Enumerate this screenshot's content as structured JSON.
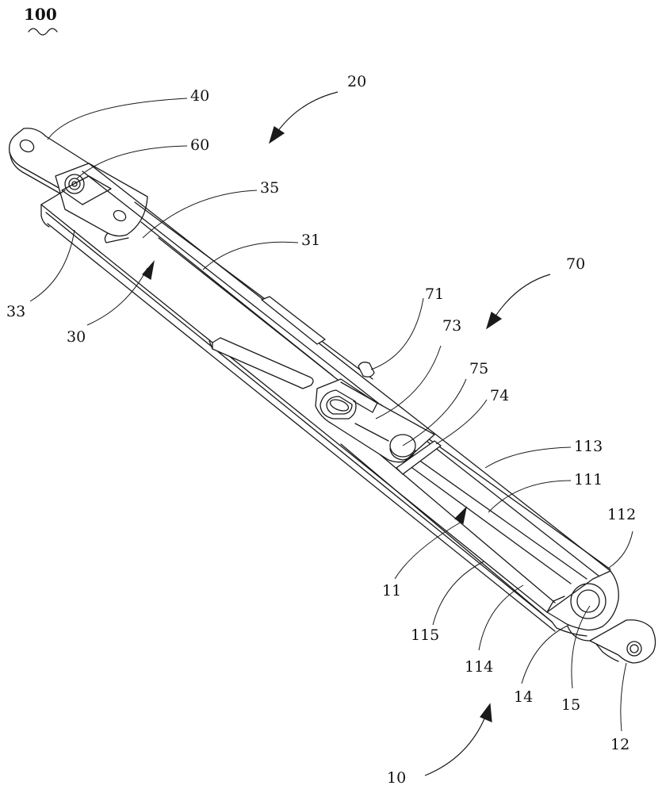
{
  "figure": {
    "title": "100",
    "reference_numerals": {
      "n10": "10",
      "n11": "11",
      "n12": "12",
      "n14": "14",
      "n15": "15",
      "n20": "20",
      "n30": "30",
      "n31": "31",
      "n33": "33",
      "n35": "35",
      "n40": "40",
      "n60": "60",
      "n70": "70",
      "n71": "71",
      "n73": "73",
      "n74": "74",
      "n75": "75",
      "n111": "111",
      "n112": "112",
      "n113": "113",
      "n114": "114",
      "n115": "115"
    }
  }
}
